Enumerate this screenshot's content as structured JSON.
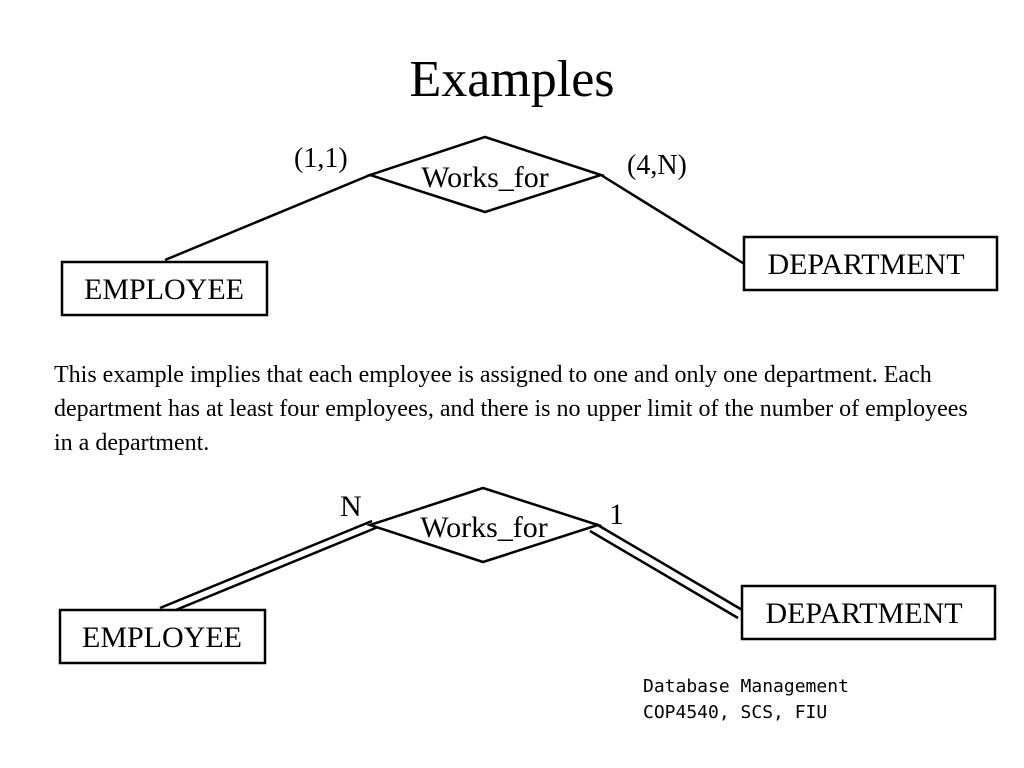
{
  "slide": {
    "title": "Examples",
    "description": "This example implies that each employee is assigned to one and only one department. Each department has at least four employees, and there is no upper limit of the number of employees in a department.",
    "footer": {
      "line1": "Database Management",
      "line2": "COP4540, SCS, FIU"
    }
  },
  "diagram1": {
    "entity_left": "EMPLOYEE",
    "relationship": "Works_for",
    "entity_right": "DEPARTMENT",
    "left_constraint": "(1,1)",
    "right_constraint": "(4,N)"
  },
  "diagram2": {
    "entity_left": "EMPLOYEE",
    "relationship": "Works_for",
    "entity_right": "DEPARTMENT",
    "left_cardinality": "N",
    "right_cardinality": "1"
  }
}
